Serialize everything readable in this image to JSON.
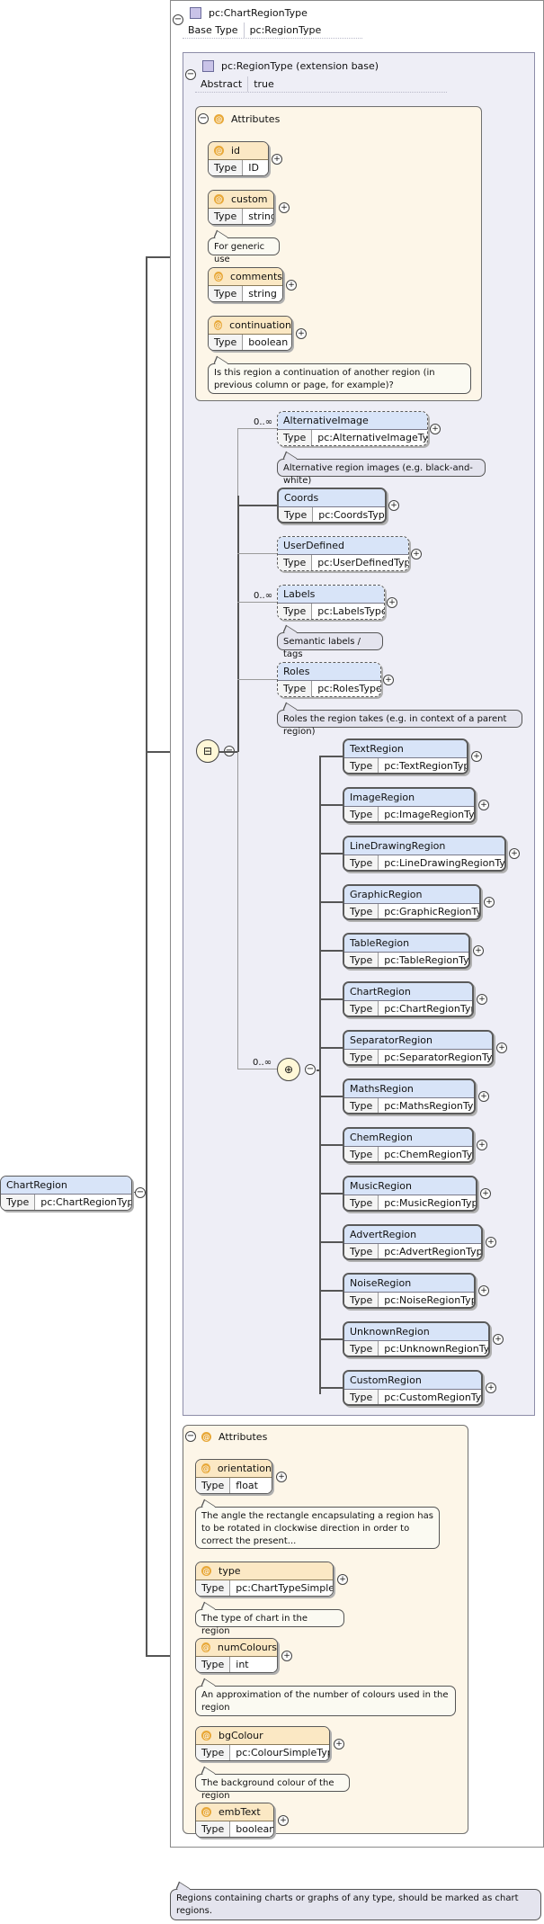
{
  "complex_type": {
    "name": "pc:ChartRegionType",
    "base_label": "Base Type",
    "base_value": "pc:RegionType"
  },
  "extension": {
    "name": "pc:RegionType (extension base)",
    "abstract_label": "Abstract",
    "abstract_value": "true"
  },
  "region_attrs_title": "Attributes",
  "region_attrs": [
    {
      "name": "id",
      "type_label": "Type",
      "type": "ID",
      "doc": ""
    },
    {
      "name": "custom",
      "type_label": "Type",
      "type": "string",
      "doc": "For generic use"
    },
    {
      "name": "comments",
      "type_label": "Type",
      "type": "string",
      "doc": ""
    },
    {
      "name": "continuation",
      "type_label": "Type",
      "type": "boolean",
      "doc": "Is this region a continuation of another region (in previous column or page, for example)?"
    }
  ],
  "sequence_elements": [
    {
      "name": "AlternativeImage",
      "type": "pc:AlternativeImageType",
      "occurs": "0..∞",
      "doc": "Alternative region images (e.g. black-and-white)"
    },
    {
      "name": "Coords",
      "type": "pc:CoordsType",
      "occurs": "",
      "doc": ""
    },
    {
      "name": "UserDefined",
      "type": "pc:UserDefinedType",
      "occurs": "",
      "doc": ""
    },
    {
      "name": "Labels",
      "type": "pc:LabelsType",
      "occurs": "0..∞",
      "doc": "Semantic labels / tags"
    },
    {
      "name": "Roles",
      "type": "pc:RolesType",
      "occurs": "",
      "doc": "Roles the region takes (e.g. in context of a parent region)"
    }
  ],
  "choice_occurs": "0..∞",
  "choice_elements": [
    {
      "name": "TextRegion",
      "type": "pc:TextRegionType"
    },
    {
      "name": "ImageRegion",
      "type": "pc:ImageRegionType"
    },
    {
      "name": "LineDrawingRegion",
      "type": "pc:LineDrawingRegionType"
    },
    {
      "name": "GraphicRegion",
      "type": "pc:GraphicRegionType"
    },
    {
      "name": "TableRegion",
      "type": "pc:TableRegionType"
    },
    {
      "name": "ChartRegion",
      "type": "pc:ChartRegionType"
    },
    {
      "name": "SeparatorRegion",
      "type": "pc:SeparatorRegionType"
    },
    {
      "name": "MathsRegion",
      "type": "pc:MathsRegionType"
    },
    {
      "name": "ChemRegion",
      "type": "pc:ChemRegionType"
    },
    {
      "name": "MusicRegion",
      "type": "pc:MusicRegionType"
    },
    {
      "name": "AdvertRegion",
      "type": "pc:AdvertRegionType"
    },
    {
      "name": "NoiseRegion",
      "type": "pc:NoiseRegionType"
    },
    {
      "name": "UnknownRegion",
      "type": "pc:UnknownRegionType"
    },
    {
      "name": "CustomRegion",
      "type": "pc:CustomRegionType"
    }
  ],
  "chart_attrs_title": "Attributes",
  "chart_attrs": [
    {
      "name": "orientation",
      "type": "float",
      "doc": "The angle the rectangle encapsulating a region has to be rotated in clockwise direction in order to correct the present..."
    },
    {
      "name": "type",
      "type": "pc:ChartTypeSimpleType",
      "doc": "The type of chart in the region"
    },
    {
      "name": "numColours",
      "type": "int",
      "doc": "An approximation of the number of colours used in the region"
    },
    {
      "name": "bgColour",
      "type": "pc:ColourSimpleType",
      "doc": "The background colour of the region"
    },
    {
      "name": "embText",
      "type": "boolean",
      "doc": "Specifies whether the region also contains text"
    }
  ],
  "root": {
    "name": "ChartRegion",
    "type_label": "Type",
    "type": "pc:ChartRegionType"
  },
  "root_doc": "Regions containing charts or graphs of any type, should be marked as chart regions.",
  "type_label": "Type"
}
